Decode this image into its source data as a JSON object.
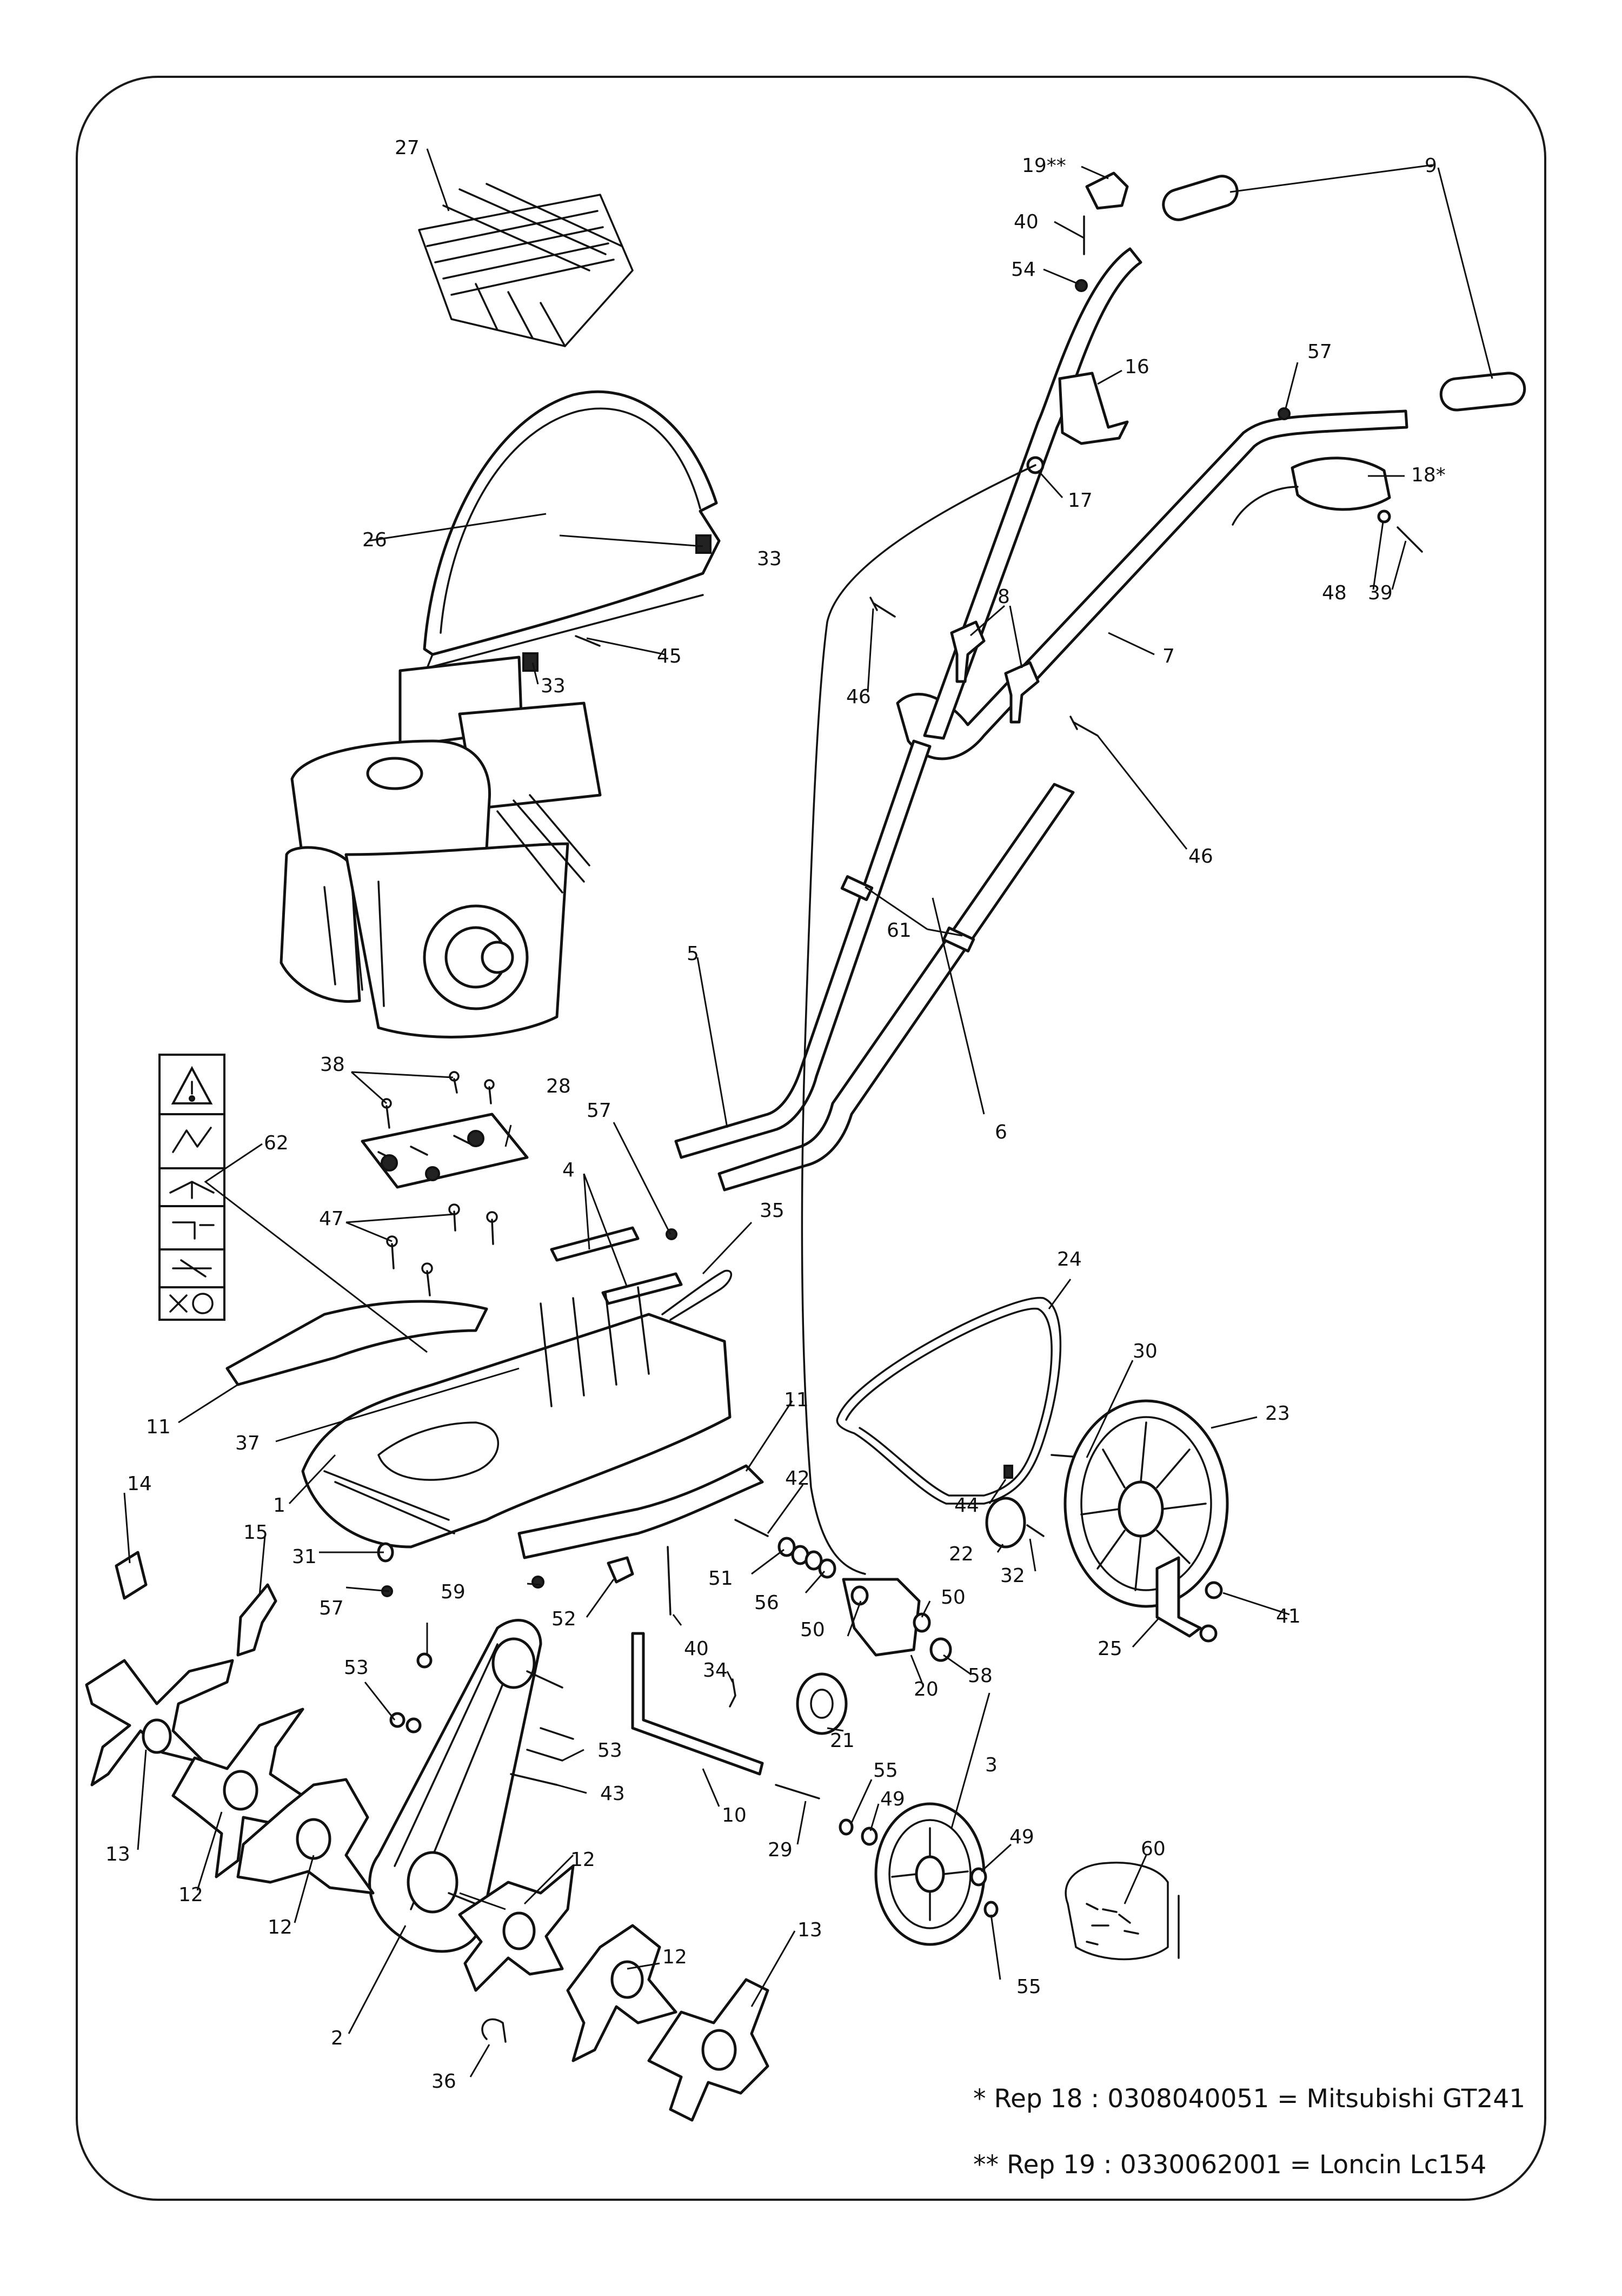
{
  "callouts": {
    "c1": "1",
    "c2": "2",
    "c3": "3",
    "c4": "4",
    "c5": "5",
    "c6": "6",
    "c7": "7",
    "c8": "8",
    "c9": "9",
    "c10": "10",
    "c11a": "11",
    "c11b": "11",
    "c12a": "12",
    "c12b": "12",
    "c12c": "12",
    "c12d": "12",
    "c13a": "13",
    "c13b": "13",
    "c14": "14",
    "c15": "15",
    "c16": "16",
    "c17": "17",
    "c18": "18*",
    "c19": "19**",
    "c20": "20",
    "c21": "21",
    "c22": "22",
    "c23": "23",
    "c24": "24",
    "c25": "25",
    "c26": "26",
    "c27": "27",
    "c28": "28",
    "c29": "29",
    "c30": "30",
    "c31": "31",
    "c32": "32",
    "c33a": "33",
    "c33b": "33",
    "c34": "34",
    "c35": "35",
    "c36": "36",
    "c37": "37",
    "c38": "38",
    "c39": "39",
    "c40a": "40",
    "c40b": "40",
    "c41": "41",
    "c42": "42",
    "c43": "43",
    "c44": "44",
    "c45": "45",
    "c46a": "46",
    "c46b": "46",
    "c47": "47",
    "c48": "48",
    "c49a": "49",
    "c49b": "49",
    "c50a": "50",
    "c50b": "50",
    "c51": "51",
    "c52": "52",
    "c53a": "53",
    "c53b": "53",
    "c54": "54",
    "c55a": "55",
    "c55b": "55",
    "c56": "56",
    "c57a": "57",
    "c57b": "57",
    "c57c": "57",
    "c58": "58",
    "c59": "59",
    "c60": "60",
    "c61": "61",
    "c62": "62"
  },
  "notes": {
    "rep18": "* Rep 18 : 0308040051 = Mitsubishi GT241",
    "rep19": "** Rep 19 : 0330062001 = Loncin Lc154"
  },
  "warning_label": {
    "icons": [
      "warning-triangle-icon",
      "hand-hazard-icon",
      "read-manual-icon",
      "fuel-icon",
      "gloves-icon",
      "no-rotation-icon"
    ]
  }
}
